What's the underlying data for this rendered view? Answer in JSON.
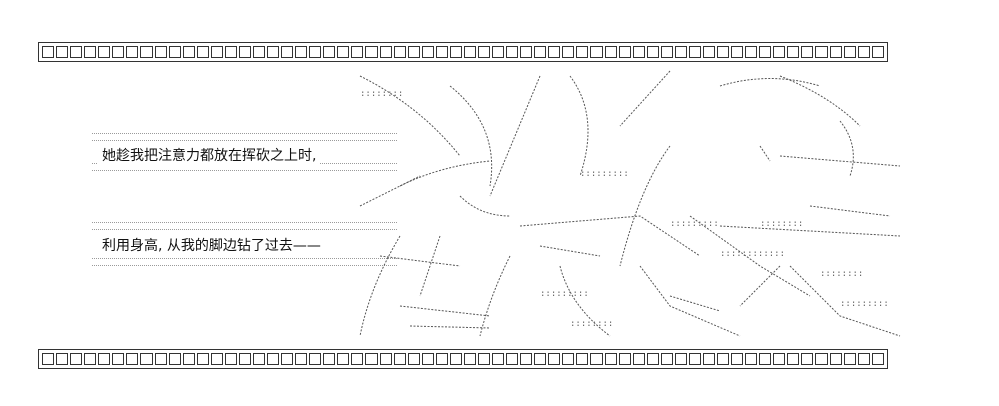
{
  "dialogue": [
    "她趁我把注意力都放在挥砍之上时,",
    "利用身高, 从我的脚边钻了过去——"
  ],
  "border": {
    "holes": 60,
    "color": "#333333"
  },
  "artwork": {
    "icon": "ascii-art-slash-scene"
  }
}
